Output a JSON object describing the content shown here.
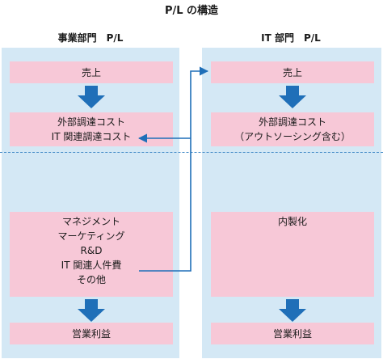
{
  "title": "P/L の構造",
  "left": {
    "header": "事業部門　P/L",
    "sales": "売上",
    "external_cost": [
      "外部調達コスト",
      "IT 関連調達コスト"
    ],
    "expenses": [
      "マネジメント",
      "マーケティング",
      "R&D",
      "IT 関連人件費",
      "その他"
    ],
    "profit": "営業利益"
  },
  "right": {
    "header": "IT 部門　P/L",
    "sales": "売上",
    "external_cost": [
      "外部調達コスト",
      "（アウトソーシング含む）"
    ],
    "inhouse": "内製化",
    "profit": "営業利益"
  },
  "colors": {
    "column_bg": "#d4e8f5",
    "box": "#f7c8d7",
    "arrow": "#1f6fb8",
    "divider": "#4a8fc9"
  }
}
